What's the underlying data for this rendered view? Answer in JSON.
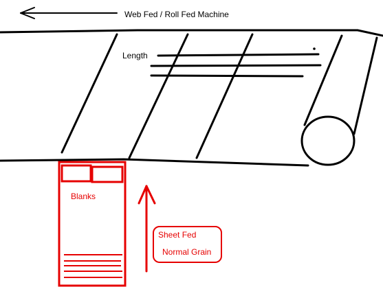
{
  "labels": {
    "web_fed": "Web Fed / Roll Fed Machine",
    "length": "Length",
    "blanks": "Blanks",
    "sheet_fed": "Sheet Fed",
    "normal_grain": "Normal Grain"
  },
  "colors": {
    "ink": "#000000",
    "red": "#e60000"
  }
}
